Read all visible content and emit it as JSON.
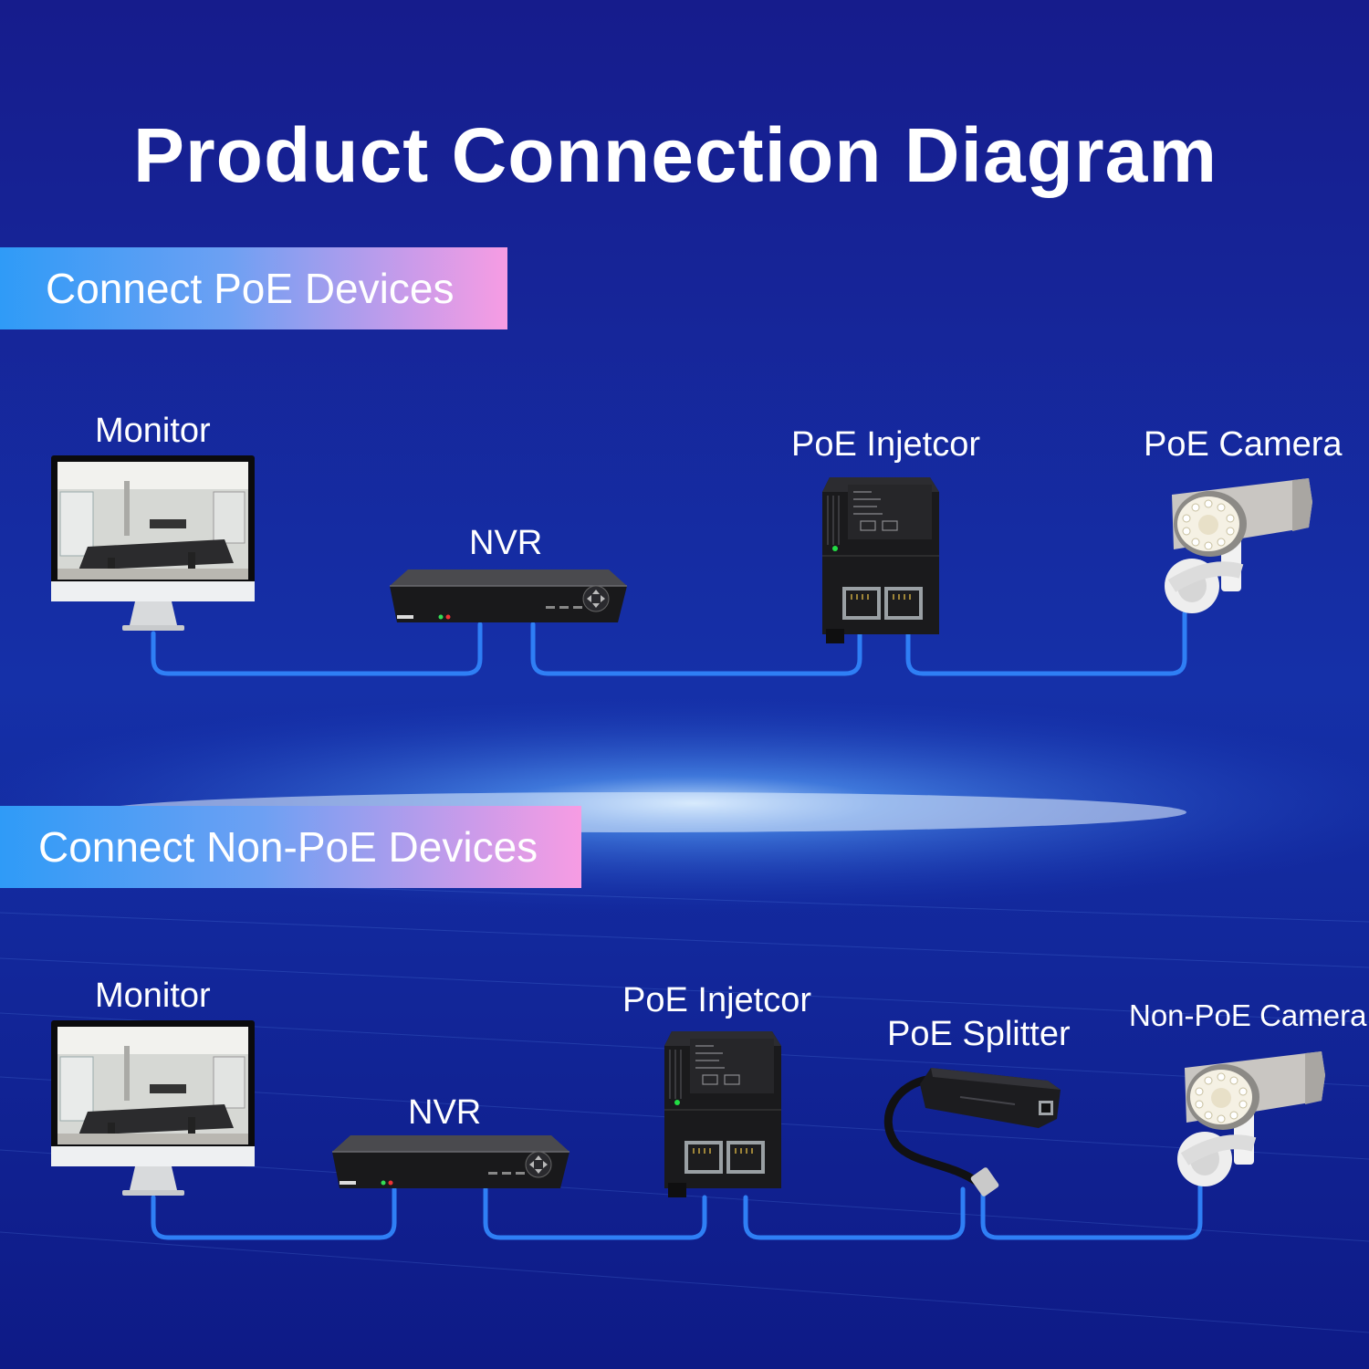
{
  "title": "Product Connection Diagram",
  "sections": {
    "poe": {
      "heading": "Connect PoE Devices",
      "devices": {
        "monitor": "Monitor",
        "nvr": "NVR",
        "injector": "PoE Injetcor",
        "camera": "PoE Camera"
      }
    },
    "nonpoe": {
      "heading": "Connect Non-PoE Devices",
      "devices": {
        "monitor": "Monitor",
        "nvr": "NVR",
        "injector": "PoE Injetcor",
        "splitter": "PoE Splitter",
        "camera": "Non-PoE Camera"
      }
    }
  },
  "colors": {
    "background": "#101a8a",
    "cable": "#2f7ff5",
    "banner_start": "#2f9bf7",
    "banner_end": "#f79ce3"
  },
  "icons": [
    "monitor-icon",
    "nvr-icon",
    "poe-injector-icon",
    "poe-splitter-icon",
    "camera-icon"
  ]
}
